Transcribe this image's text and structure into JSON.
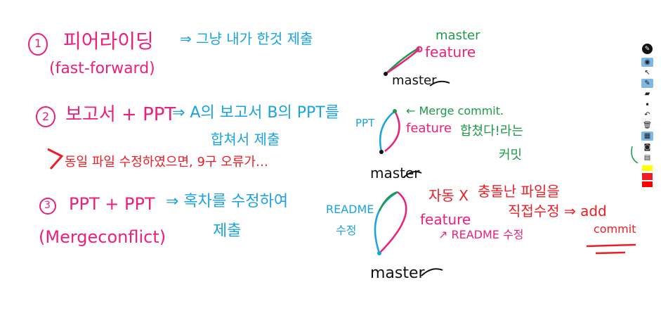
{
  "notes": {
    "item1_num": "1",
    "item1_title": "피어라이딩",
    "item1_sub": "(fast-forward)",
    "item1_desc": "⇒ 그냥 내가 한것 제출",
    "item2_num": "2",
    "item2_title": "보고서 + PPT",
    "item2_desc_line1": "⇒ A의 보고서 B의 PPT를",
    "item2_desc_line2": "합쳐서 제출",
    "item2_note": "동일 파일 수정하였으면, 9구 오류가…",
    "item3_num": "3",
    "item3_title": "PPT + PPT",
    "item3_sub": "(Mergeconflict)",
    "item3_desc_line1": "⇒ 혹차를 수정하여",
    "item3_desc_line2": "제출"
  },
  "diagrams": {
    "d1_master_top": "master",
    "d1_feature": "feature",
    "d1_master_bottom": "master",
    "d2_ppt": "PPT",
    "d2_merge_commit": "← Merge commit.",
    "d2_feature": "feature",
    "d2_note_line1": "합쳤다!라는",
    "d2_note_line2": "커밋",
    "d2_master": "master",
    "d3_readme": "README",
    "d3_readme_sub": "수정",
    "d3_feature": "feature",
    "d3_feature_sub": "↗ README 수정",
    "d3_master": "master",
    "d3_auto_x": "자동 X",
    "d3_conflict_line1": "충돌난 파일을",
    "d3_conflict_line2": "직접수정 ⇒ add",
    "d3_commit": "commit"
  },
  "toolbar": {
    "items": [
      "logo-icon",
      "eye-icon",
      "cursor-icon",
      "pen-icon",
      "highlighter-icon",
      "dot-icon",
      "undo-icon",
      "trash-icon",
      "grid-icon",
      "camera-icon",
      "clipboard-icon"
    ],
    "colors": [
      "#ffff00",
      "#ee1c24",
      "#ff0000"
    ]
  }
}
